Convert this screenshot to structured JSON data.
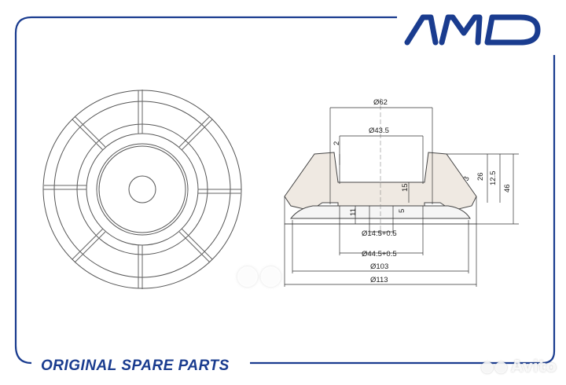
{
  "brand": {
    "logo_text": "AMD",
    "color": "#1a3c8f"
  },
  "footer": {
    "text": "ORIGINAL SPARE PARTS"
  },
  "watermark": {
    "text": "Avito"
  },
  "dimensions": {
    "d62": "Ø62",
    "d43_5": "Ø43.5",
    "d14_5": "Ø14.5+0.5",
    "d44_5": "Ø44.5+0.5",
    "d103": "Ø103",
    "d113": "Ø113",
    "h2": "2",
    "h15": "15",
    "h11": "11",
    "h5": "5",
    "h26": "26",
    "h12_5": "12.5",
    "h46": "46",
    "h3": "3"
  }
}
